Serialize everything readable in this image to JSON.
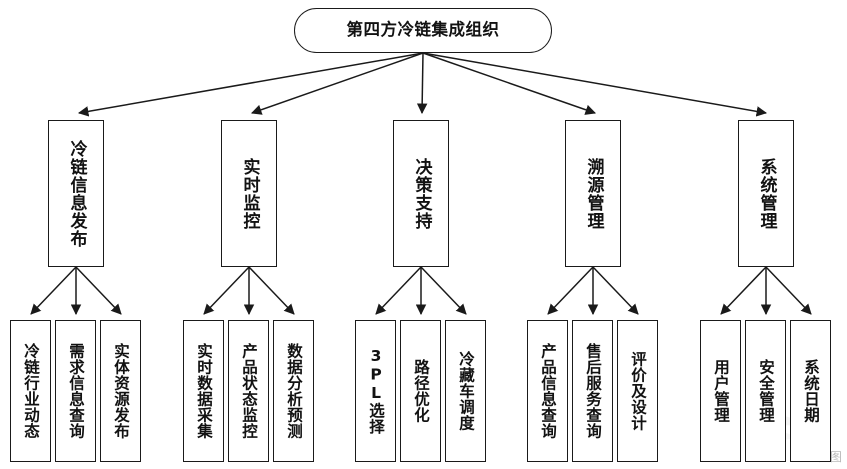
{
  "diagram": {
    "type": "hierarchy-tree",
    "title": "第四方冷链集成组织",
    "root": {
      "label": "第四方冷链集成组织",
      "shape": "stadium"
    },
    "branches": [
      {
        "label": "冷链信息发布",
        "leaves": [
          {
            "label": "冷链行业动态"
          },
          {
            "label": "需求信息查询"
          },
          {
            "label": "实体资源发布"
          }
        ]
      },
      {
        "label": "实时监控",
        "leaves": [
          {
            "label": "实时数据采集"
          },
          {
            "label": "产品状态监控"
          },
          {
            "label": "数据分析预测"
          }
        ]
      },
      {
        "label": "决策支持",
        "leaves": [
          {
            "label": "3PL选择"
          },
          {
            "label": "路径优化"
          },
          {
            "label": "冷藏车调度"
          }
        ]
      },
      {
        "label": "溯源管理",
        "leaves": [
          {
            "label": "产品信息查询"
          },
          {
            "label": "售后服务查询"
          },
          {
            "label": "评价及设计"
          }
        ]
      },
      {
        "label": "系统管理",
        "leaves": [
          {
            "label": "用户管理"
          },
          {
            "label": "安全管理"
          },
          {
            "label": "系统日期"
          }
        ]
      }
    ],
    "watermark": {
      "label": "亿图"
    },
    "colors": {
      "background": "#ffffff",
      "stroke": "#1a1a1a",
      "text": "#121212",
      "watermark": "#b9b9b9"
    }
  }
}
